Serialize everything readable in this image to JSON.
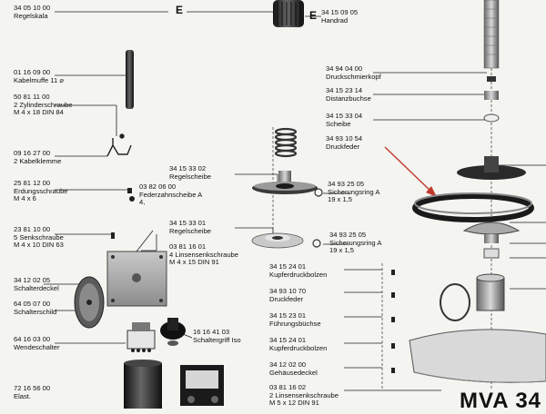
{
  "markers": {
    "e_left": "E",
    "e_right": "E"
  },
  "model_label": "MVA 34",
  "parts": [
    {
      "key": "regelskala",
      "number": "34 05 10 00",
      "name": "Regelskala"
    },
    {
      "key": "handrad",
      "number": "34 15 09 05",
      "name": "Handrad"
    },
    {
      "key": "kabelmuffe",
      "number": "01 16 09 00",
      "name": "Kabelmuffe 11 ⌀"
    },
    {
      "key": "zylinderschraube",
      "number": "50 81 11 00",
      "name": "2 Zylinderschraube",
      "extra": "M 4 x 18 DIN 84"
    },
    {
      "key": "kabelklemme",
      "number": "09 16 27 00",
      "name": "2 Kabelklemme"
    },
    {
      "key": "erdungsschraube",
      "number": "25 81 12 00",
      "name": "Erdungsschraube",
      "extra": "M 4 x 6"
    },
    {
      "key": "federzahnscheibe",
      "number": "03 82 06 00",
      "name": "Federzahnscheibe A",
      "extra": "4,"
    },
    {
      "key": "senkschraube",
      "number": "23 81 10 00",
      "name": "5 Senkschraube",
      "extra": "M 4 x 10 DIN 63"
    },
    {
      "key": "regelscheibe_1",
      "number": "34 15 33 02",
      "name": "Regelscheibe"
    },
    {
      "key": "regelscheibe_2",
      "number": "34 15 33 01",
      "name": "Regelscheibe"
    },
    {
      "key": "linsensenkschraube_4",
      "number": "03 81 16 01",
      "name": "4 Linsensenkschraube",
      "extra": "M 4 x 15 DIN 91"
    },
    {
      "key": "schalterdeckel",
      "number": "34 12 02 05",
      "name": "Schalterdeckel"
    },
    {
      "key": "schalterschild",
      "number": "64 05 07 00",
      "name": "Schalterschild"
    },
    {
      "key": "wendeschalter",
      "number": "64 16 03 00",
      "name": "Wendeschalter"
    },
    {
      "key": "schaltergriff",
      "number": "16 16 41 03",
      "name": "Schaltergriff Iso"
    },
    {
      "key": "elast",
      "number": "72 16 56 00",
      "name": "Elast."
    },
    {
      "key": "druckschmierkopf",
      "number": "34 94 04 00",
      "name": "Druckschmierkopf"
    },
    {
      "key": "distanzbuchse",
      "number": "34 15 23 14",
      "name": "Distanzbuchse"
    },
    {
      "key": "scheibe",
      "number": "34 15 33 04",
      "name": "Scheibe"
    },
    {
      "key": "druckfeder_1",
      "number": "34 93 10 54",
      "name": "Druckfeder"
    },
    {
      "key": "sicherungsring_1",
      "number": "34 93 25 05",
      "name": "Sicherungsring A",
      "extra": "19 x 1,5"
    },
    {
      "key": "sicherungsring_2",
      "number": "34 93 25 05",
      "name": "Sicherungsring A",
      "extra": "19 x 1,5"
    },
    {
      "key": "kupferdruckbolzen_1",
      "number": "34 15 24 01",
      "name": "Kupferdruckbolzen"
    },
    {
      "key": "druckfeder_2",
      "number": "34 93 10 70",
      "name": "Druckfeder"
    },
    {
      "key": "fuehrungsbuechse",
      "number": "34 15 23 01",
      "name": "Führungsbüchse"
    },
    {
      "key": "kupferdruckbolzen_2",
      "number": "34 15 24 01",
      "name": "Kupferdruckbolzen"
    },
    {
      "key": "gehaeusedeckel",
      "number": "34 12 02 00",
      "name": "Gehäusedeckel"
    },
    {
      "key": "linsensenkschraube_2",
      "number": "03 81 16 02",
      "name": "2 Linsensenkschraube",
      "extra": "M 5 x 12 DIN 91"
    }
  ]
}
